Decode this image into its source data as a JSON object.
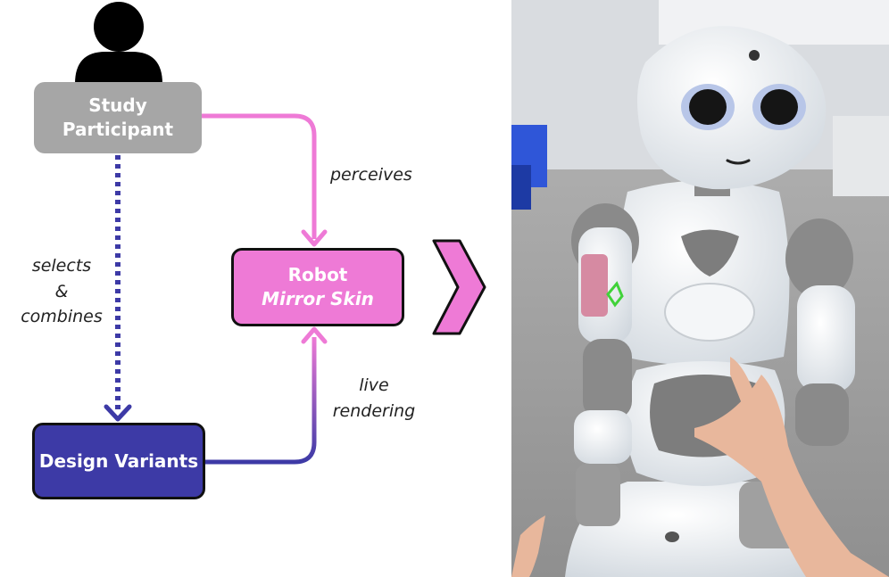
{
  "diagram": {
    "nodes": {
      "participant": {
        "line1": "Study",
        "line2": "Participant"
      },
      "robot": {
        "line1": "Robot",
        "line2": "Mirror Skin"
      },
      "variants": {
        "line1": "Design Variants"
      }
    },
    "edges": {
      "perceives": "perceives",
      "selects": {
        "line1": "selects",
        "line2": "&",
        "line3": "combines"
      },
      "live": {
        "line1": "live",
        "line2": "rendering"
      }
    },
    "colors": {
      "participant": "#a6a6a6",
      "robot": "#ee7ad6",
      "variants": "#3d3aa6",
      "chevron": "#ee7ad6"
    }
  },
  "icons": [
    "person-icon",
    "chevron-right-icon"
  ]
}
